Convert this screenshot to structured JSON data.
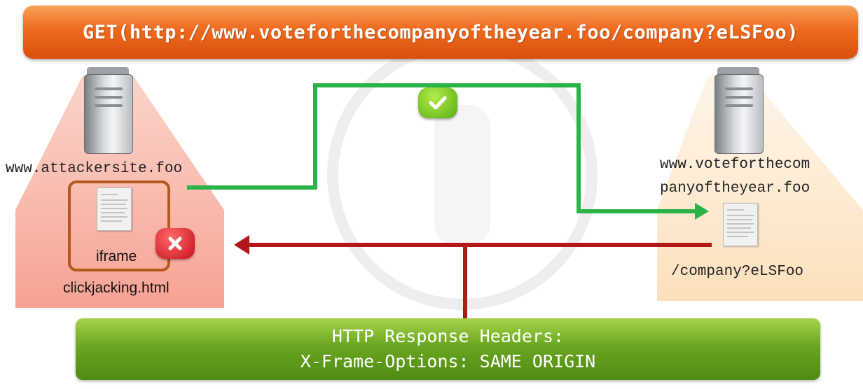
{
  "top_banner": {
    "text": "GET(http://www.voteforthecompanyoftheyear.foo/company?eLSFoo)"
  },
  "attacker": {
    "domain": "www.attackersite.foo",
    "iframe_label": "iframe",
    "file_label": "clickjacking.html"
  },
  "victim": {
    "domain_line1": "www.voteforthecom",
    "domain_line2": "panyoftheyear.foo",
    "path": "/company?eLSFoo"
  },
  "response": {
    "line1": "HTTP Response Headers:",
    "line2": "X-Frame-Options: SAME ORIGIN"
  },
  "colors": {
    "request_arrow": "#2bb34a",
    "response_arrow": "#b31818",
    "top_banner": "#ef6a1e",
    "bottom_banner": "#6aa621"
  },
  "icons": {
    "success": "check-icon",
    "blocked": "x-icon"
  }
}
